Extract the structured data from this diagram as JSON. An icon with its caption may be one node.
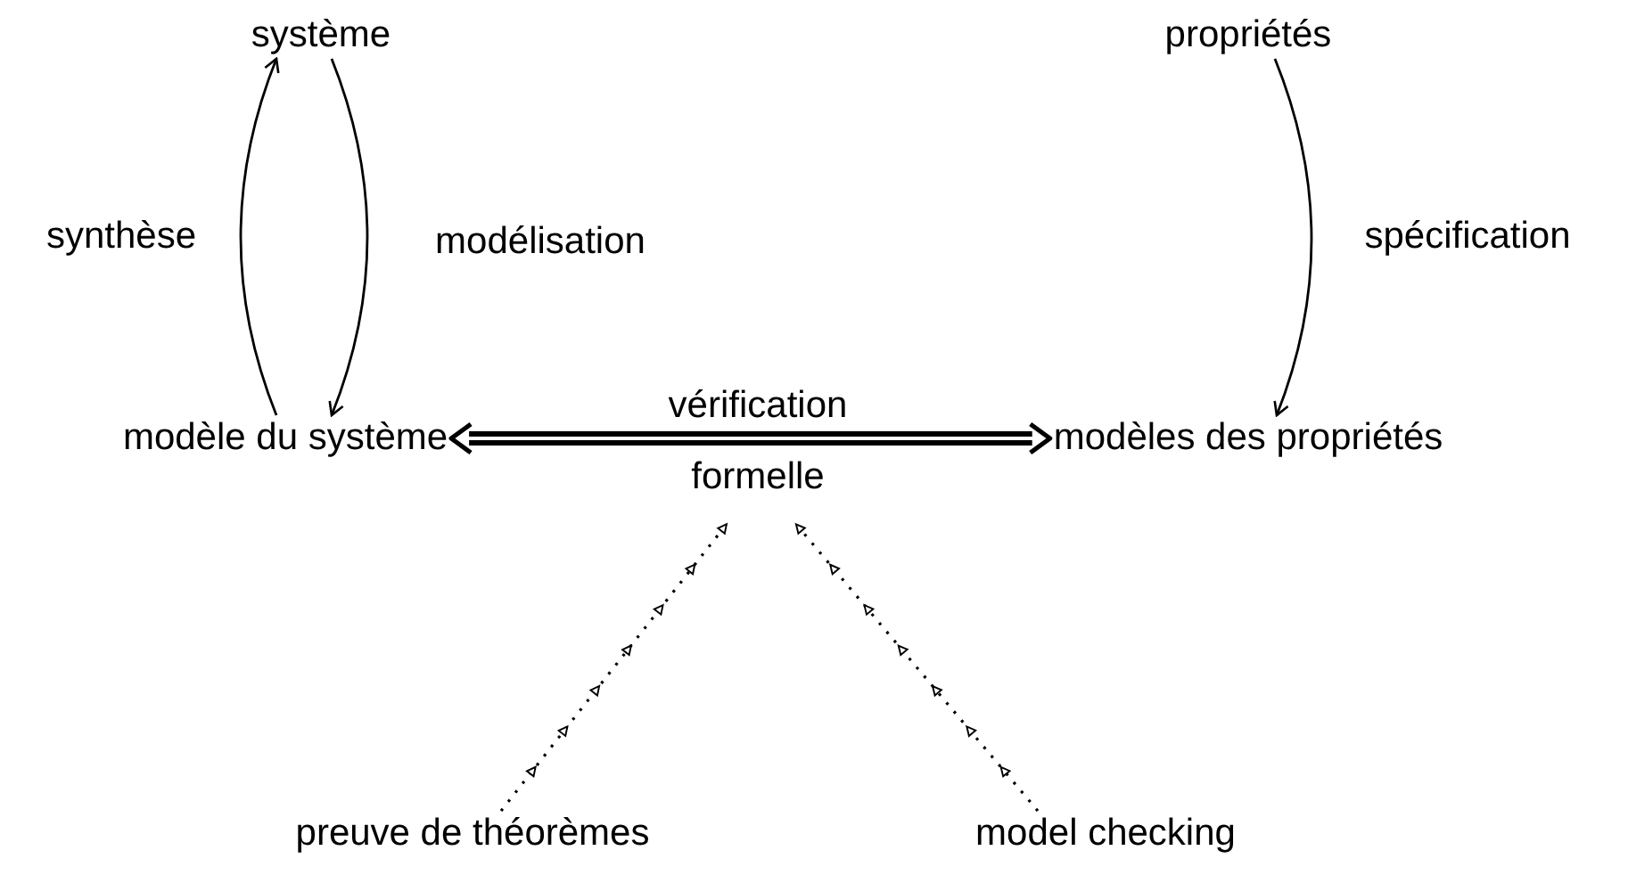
{
  "diagram": {
    "nodes": [
      {
        "text": [
          "système"
        ]
      },
      {
        "text": [
          "propriétés"
        ]
      },
      {
        "text": [
          "modèle du système"
        ]
      },
      {
        "text": [
          "modèles des propriétés"
        ]
      },
      {
        "text": [
          "preuve de théorèmes"
        ]
      },
      {
        "text": [
          "model checking"
        ]
      }
    ],
    "edges": [
      {
        "from": 2,
        "to": 0,
        "arrow": "to",
        "label": "synthèse"
      },
      {
        "from": 0,
        "to": 2,
        "arrow": "to",
        "label": "modélisation"
      },
      {
        "from": 1,
        "to": 3,
        "arrow": "to",
        "label": "spécification"
      },
      {
        "from": 2,
        "to": 3,
        "arrow": "both",
        "label": "vérification formelle",
        "style": "thick"
      },
      {
        "from": 4,
        "to": null,
        "arrow": "to",
        "style": "dashed"
      },
      {
        "from": 5,
        "to": null,
        "arrow": "to",
        "style": "dashed"
      }
    ]
  }
}
